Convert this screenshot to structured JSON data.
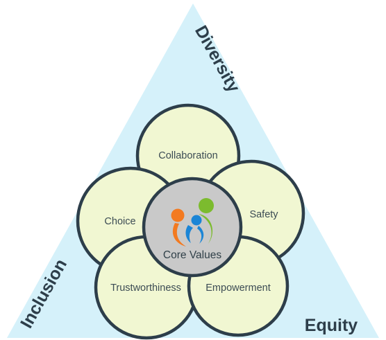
{
  "sides": {
    "right": "Diversity",
    "left": "Inclusion",
    "bottom": "Equity"
  },
  "circles": {
    "top": "Collaboration",
    "right": "Safety",
    "left": "Choice",
    "bottom_left": "Trustworthiness",
    "bottom_right": "Empowerment"
  },
  "center": {
    "label": "Core Values",
    "icon": "people-group-icon"
  },
  "colors": {
    "triangle_fill": "#d5f1fa",
    "circle_fill": "#f1f7d2",
    "circle_stroke": "#2d3e4a",
    "center_fill": "#c9c9c9",
    "person_orange": "#f37a20",
    "person_green": "#7cbb2e",
    "person_blue": "#1b85d6"
  }
}
